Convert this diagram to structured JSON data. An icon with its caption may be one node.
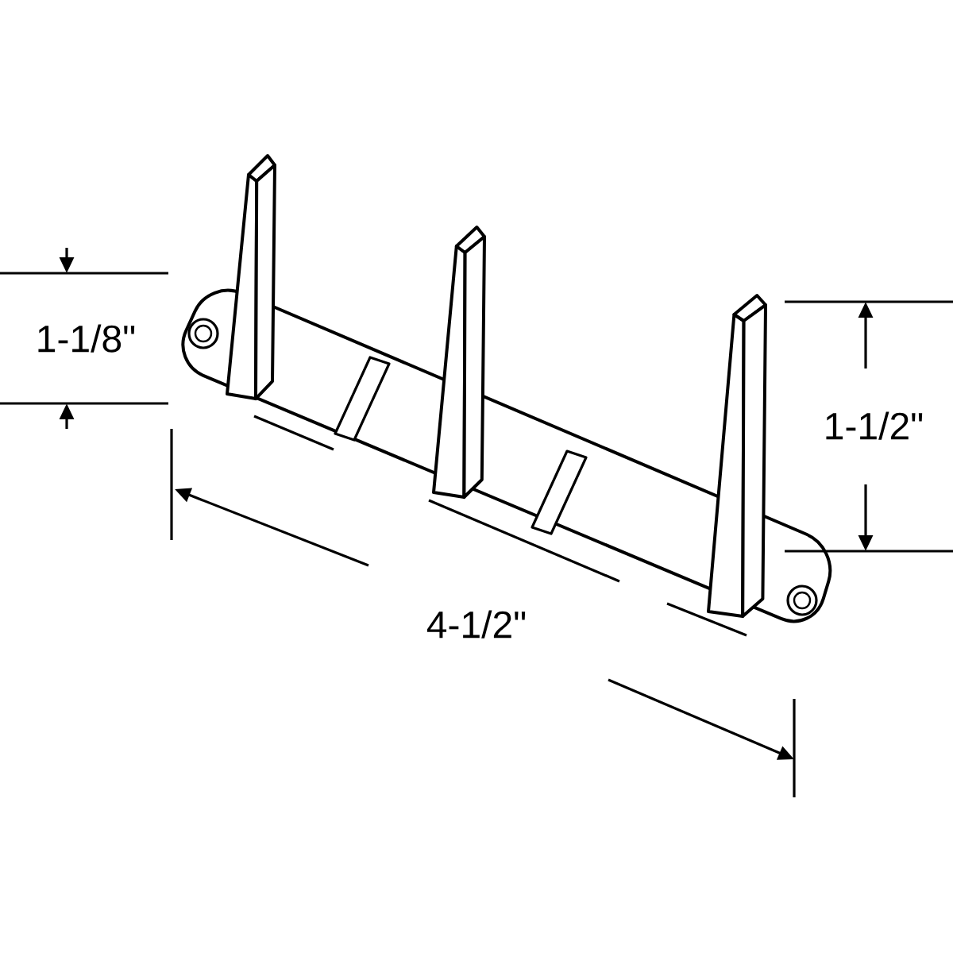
{
  "diagram": {
    "labels": [
      "1-1/8\"",
      "1-1/2\"",
      "4-1/2\""
    ]
  }
}
